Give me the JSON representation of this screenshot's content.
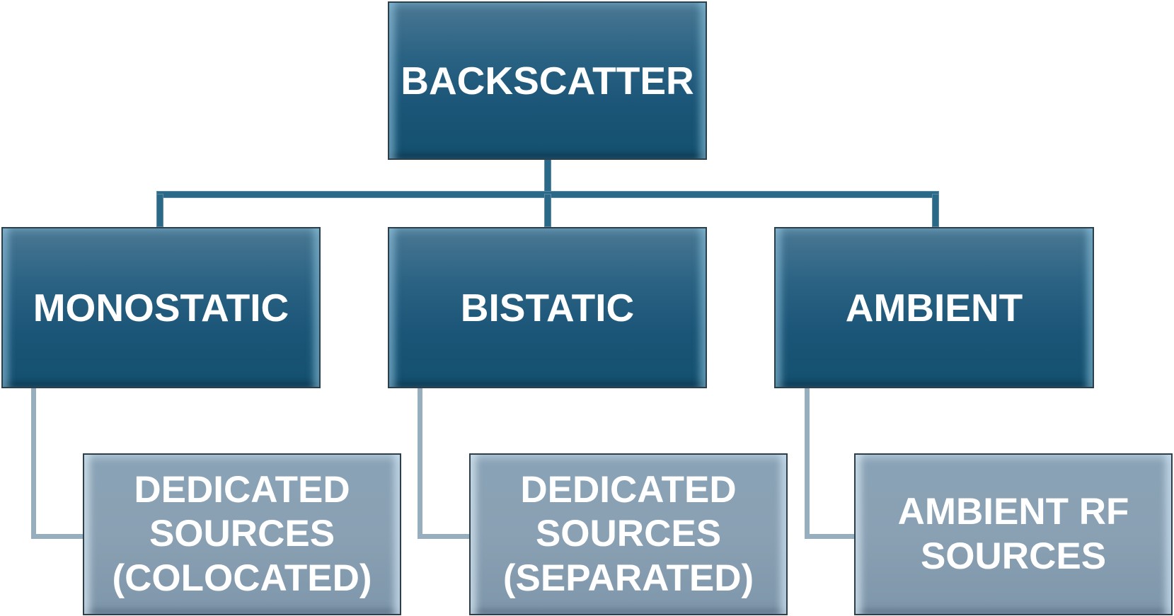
{
  "diagram": {
    "root": {
      "label": "BACKSCATTER"
    },
    "categories": [
      {
        "label": "MONOSTATIC"
      },
      {
        "label": "BISTATIC"
      },
      {
        "label": "AMBIENT"
      }
    ],
    "sources": [
      {
        "label": "DEDICATED\nSOURCES\n(COLOCATED)"
      },
      {
        "label": "DEDICATED\nSOURCES\n(SEPARATED)"
      },
      {
        "label": "AMBIENT RF\nSOURCES"
      }
    ]
  },
  "colors": {
    "dark_box": "#1b5577",
    "light_box": "#8aa0b3",
    "dark_connector": "#2a6a88",
    "light_connector": "#97aebf",
    "text": "#ffffff"
  }
}
